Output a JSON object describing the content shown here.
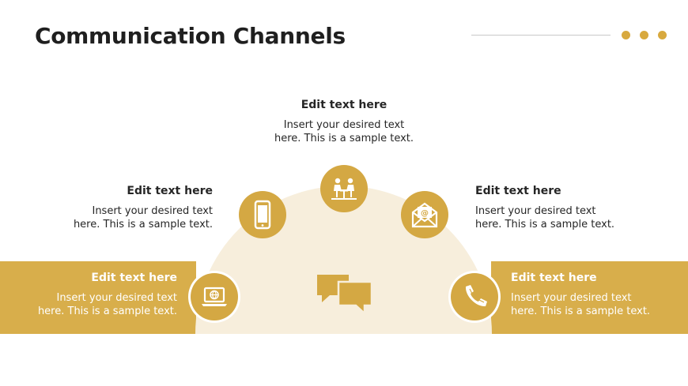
{
  "slide": {
    "title": "Communication Channels"
  },
  "colors": {
    "accent": "#D8AE4B",
    "circle": "#D4A843",
    "dome": "#F7EEDC",
    "title": "#1f1f1f"
  },
  "items": [
    {
      "heading": "Edit text here",
      "line1": "Insert your desired text",
      "line2": "here. This is a sample text.",
      "icon": "meeting-icon"
    },
    {
      "heading": "Edit text here",
      "line1": "Insert your desired text",
      "line2": "here. This is a sample text.",
      "icon": "smartphone-icon"
    },
    {
      "heading": "Edit text here",
      "line1": "Insert your desired text",
      "line2": "here. This is a sample text.",
      "icon": "email-icon"
    },
    {
      "heading": "Edit text here",
      "line1": "Insert your desired text",
      "line2": "here. This is a sample text.",
      "icon": "laptop-globe-icon"
    },
    {
      "heading": "Edit text here",
      "line1": "Insert your desired text",
      "line2": "here. This is a sample text.",
      "icon": "phone-icon"
    }
  ],
  "center": {
    "icon": "chat-bubbles-icon"
  }
}
